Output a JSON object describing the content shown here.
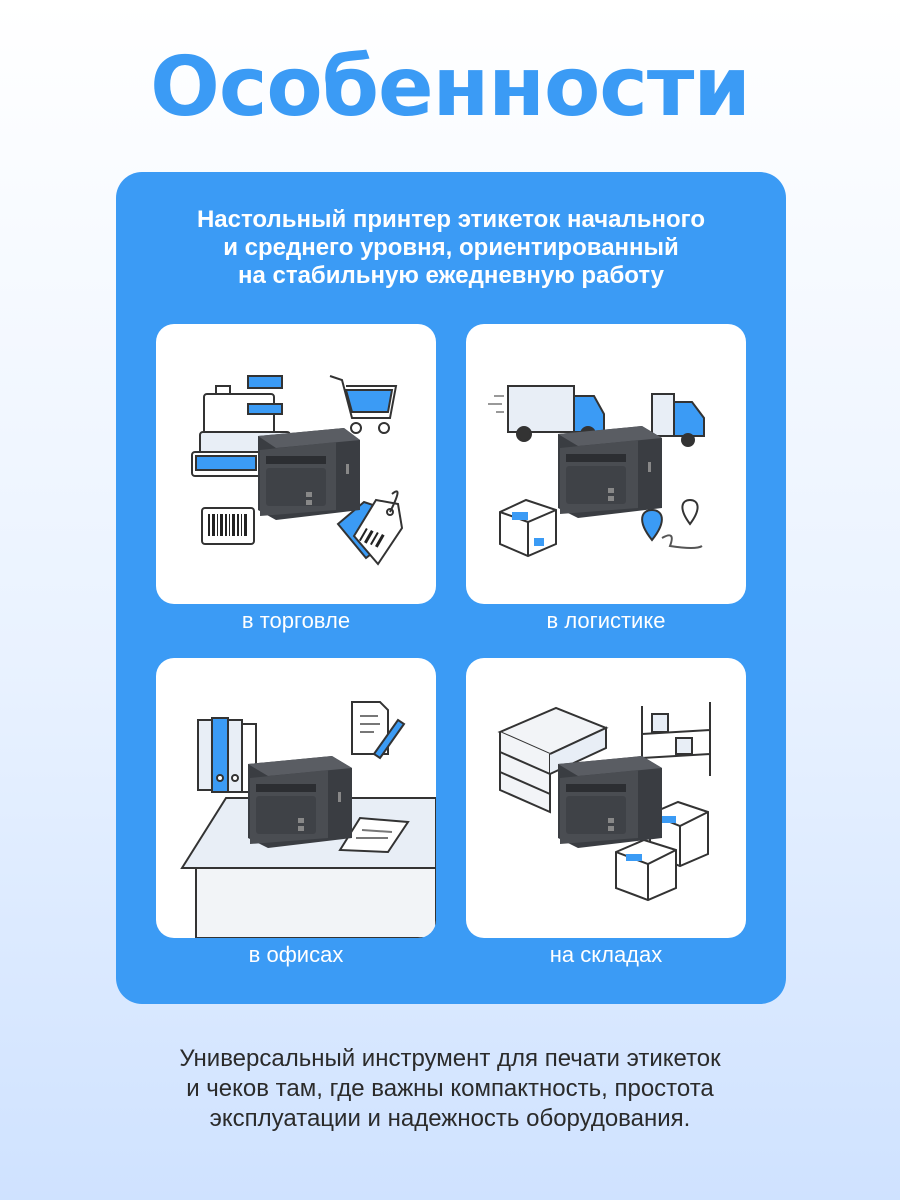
{
  "title": "Особенности",
  "subtitle": {
    "lines": [
      "Настольный принтер этикеток начального",
      "и среднего уровня, ориентированный",
      "на стабильную ежедневную работу"
    ]
  },
  "cards": [
    {
      "caption": "в торговле"
    },
    {
      "caption": "в логистике"
    },
    {
      "caption": "в офисах"
    },
    {
      "caption": "на складах"
    }
  ],
  "footer": {
    "lines": [
      "Универсальный инструмент для печати этикеток",
      "и чеков там, где важны компактность, простота",
      "эксплуатации и надежность оборудования."
    ]
  },
  "colors": {
    "accent": "#3b9bf5",
    "printer": "#4a4d52",
    "text": "#2b2b2b"
  }
}
